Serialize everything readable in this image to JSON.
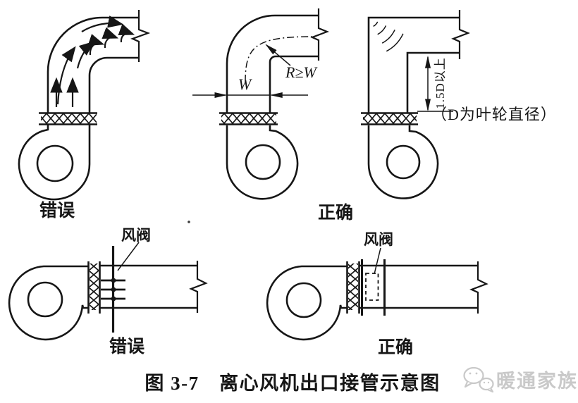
{
  "figure": {
    "caption": "图 3-7　离心风机出口接管示意图",
    "top_row": {
      "wrong_label": "错误",
      "correct_label": "正确",
      "width_dim_label": "W",
      "bend_radius_label": "R≥W",
      "outlet_distance_label": "1.5D以上",
      "diameter_note": "（D为叶轮直径）"
    },
    "bottom_row": {
      "wrong_label": "错误",
      "correct_label": "正确",
      "damper_label_wrong": "风阀",
      "damper_label_correct": "风阀"
    },
    "watermark": {
      "brand": "暖通家族",
      "icon": "wechat-bubbles-icon"
    },
    "colors": {
      "line": "#161616",
      "watermark": "#c9c9c9",
      "background": "#ffffff"
    }
  }
}
